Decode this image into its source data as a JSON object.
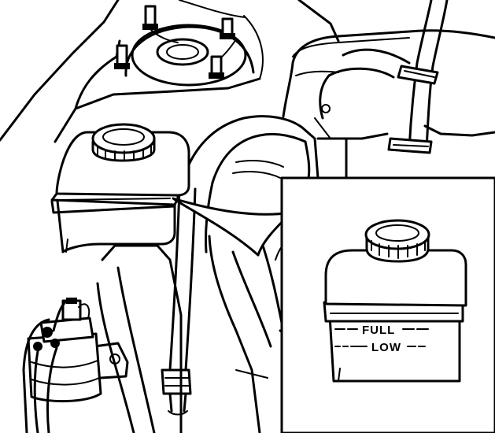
{
  "figure": {
    "type": "technical-line-illustration",
    "inset": {
      "full_mark": "FULL",
      "low_mark": "LOW"
    }
  }
}
